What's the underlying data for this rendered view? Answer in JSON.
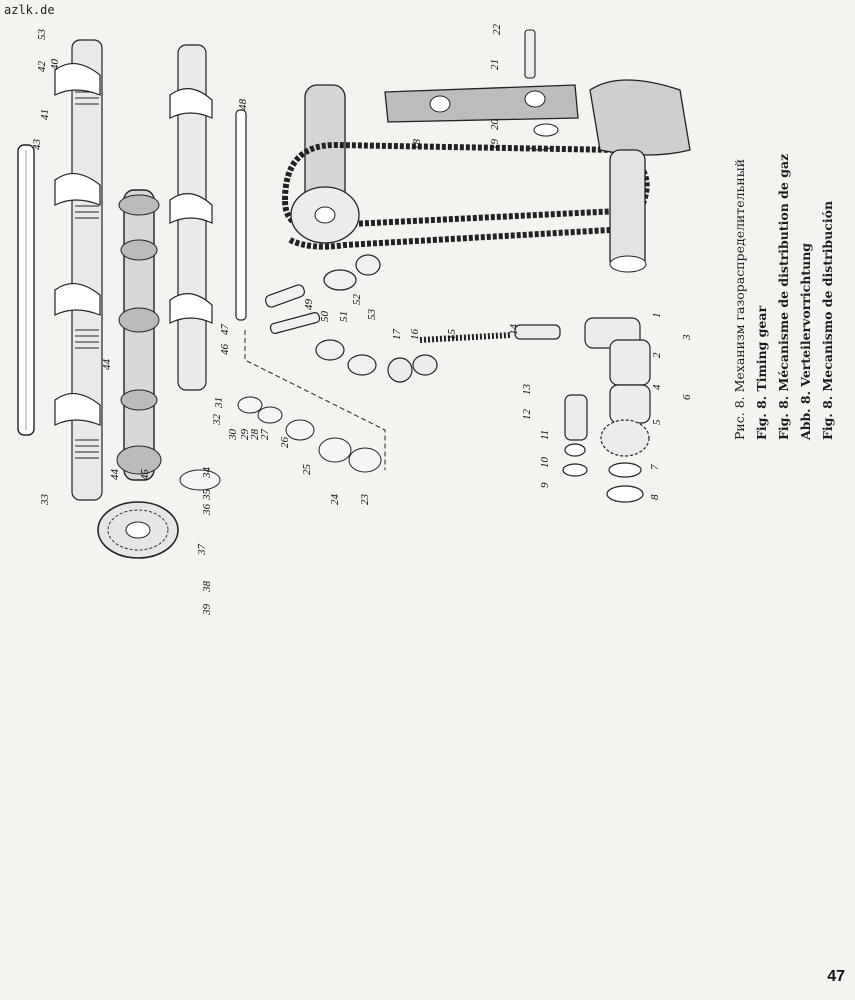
{
  "watermark": "azlk.de",
  "page_number": "47",
  "caption": {
    "ru": "Рис. 8. Механизм газораспределительный",
    "en": "Fig. 8. Timing gear",
    "fr": "Fig. 8. Mécanisme de distribution de gaz",
    "de": "Abb. 8. Verteilervorrichtung",
    "es": "Fig. 8. Mecanismo de distribución"
  },
  "callouts": [
    "1",
    "2",
    "3",
    "4",
    "5",
    "6",
    "7",
    "8",
    "9",
    "10",
    "11",
    "12",
    "13",
    "14",
    "15",
    "16",
    "17",
    "18",
    "19",
    "20",
    "21",
    "22",
    "23",
    "24",
    "25",
    "26",
    "27",
    "28",
    "29",
    "30",
    "31",
    "32",
    "33",
    "34",
    "35",
    "36",
    "37",
    "38",
    "39",
    "40",
    "41",
    "42",
    "43",
    "44",
    "45",
    "46",
    "47",
    "48",
    "49",
    "50",
    "51",
    "52",
    "53"
  ]
}
